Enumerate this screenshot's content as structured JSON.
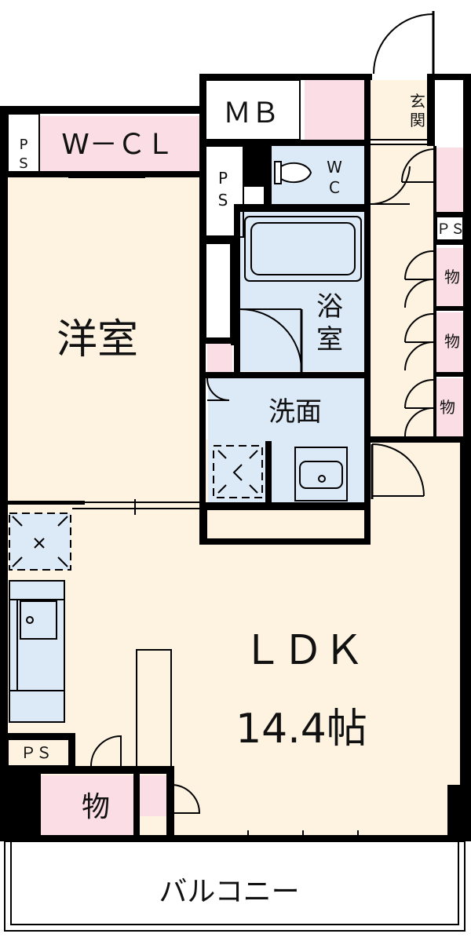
{
  "floorplan": {
    "rooms": {
      "wcl": "W－ＣＬ",
      "mb": "ＭＢ",
      "entrance_1": "玄",
      "entrance_2": "関",
      "wc_1": "W",
      "wc_2": "C",
      "bedroom": "洋室",
      "bath_1": "浴",
      "bath_2": "室",
      "washroom": "洗面",
      "ldk_1": "ＬＤＫ",
      "ldk_2": "14.4帖",
      "balcony": "バルコニー"
    },
    "ps_labels": {
      "top_left_1": "P",
      "top_left_2": "S",
      "mid_1": "P",
      "mid_2": "S",
      "right": "ＰＳ",
      "bottom_left": "ＰＳ"
    },
    "storage_labels": {
      "closet_1": "物",
      "closet_2": "物",
      "closet_3": "物",
      "bottom": "物"
    },
    "colors": {
      "floor": "#fdf3e0",
      "wet_area": "#dce9f7",
      "storage": "#fbdde6",
      "wall": "#000000",
      "background": "#ffffff"
    }
  }
}
